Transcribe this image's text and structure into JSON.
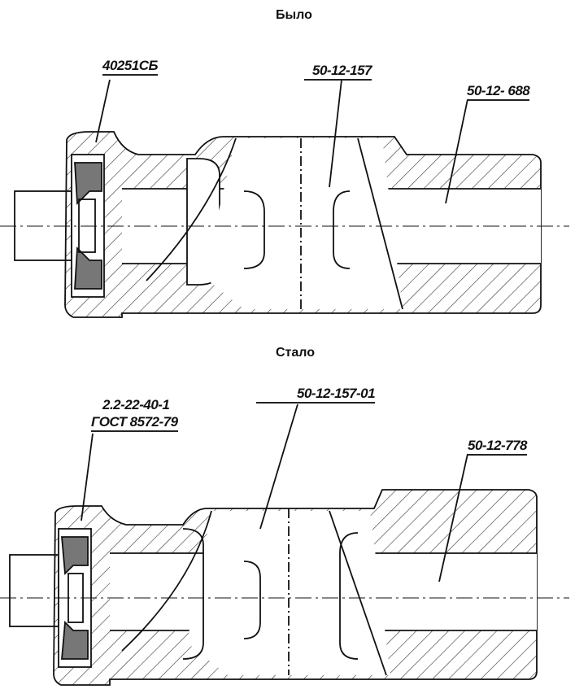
{
  "before": {
    "title": "Было",
    "labels": [
      "40251СБ",
      "50-12-157",
      "50-12- 688"
    ]
  },
  "after": {
    "title": "Стало",
    "labels": [
      "2.2-22-40-1",
      "ГОСТ 8572-79",
      "50-12-157-01",
      "50-12-778"
    ]
  }
}
